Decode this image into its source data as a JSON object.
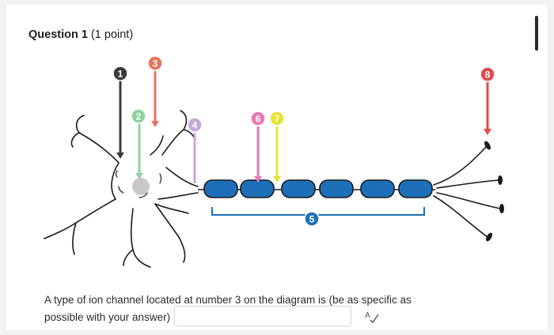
{
  "question": {
    "title_bold": "Question 1",
    "title_rest": "(1 point)"
  },
  "diagram": {
    "labels": [
      {
        "id": "1",
        "color": "#3a3a3a",
        "text_color": "#ffffff"
      },
      {
        "id": "2",
        "color": "#8fd19e",
        "text_color": "#ffffff"
      },
      {
        "id": "3",
        "color": "#e8735f",
        "text_color": "#ffffff"
      },
      {
        "id": "4",
        "color": "#c9a6d8",
        "text_color": "#ffffff"
      },
      {
        "id": "5",
        "color": "#1d6fb8",
        "text_color": "#ffffff"
      },
      {
        "id": "6",
        "color": "#e87ab0",
        "text_color": "#ffffff"
      },
      {
        "id": "7",
        "color": "#e8e233",
        "text_color": "#ffffff"
      },
      {
        "id": "8",
        "color": "#e04b4b",
        "text_color": "#ffffff"
      }
    ],
    "myelin_color": "#1d6fb8",
    "outline_color": "#1a1a1a"
  },
  "prompt_text": "A type of ion channel located at number 3 on the diagram is (be as specific as possible with your answer)",
  "answer": {
    "value": "",
    "placeholder": ""
  },
  "icons": {
    "spellcheck": "spellcheck-icon"
  }
}
